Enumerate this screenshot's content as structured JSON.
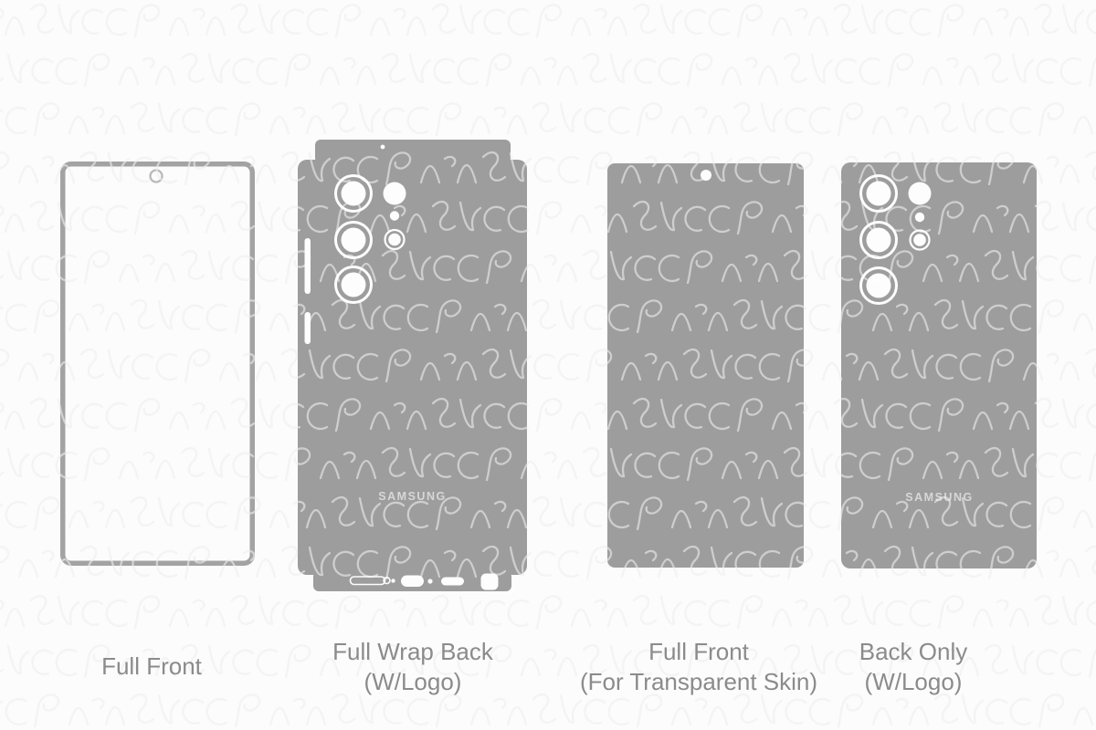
{
  "colors": {
    "background": "#fcfcfc",
    "watermark": "#e9e9e9",
    "shape_fill": "#9d9d9d",
    "cutout_fill": "#fdfdfd",
    "front_outline": "#a3a3a3",
    "camera_hole_outline": "#b9b9b9",
    "logo_text": "#d7d7d7",
    "label_text": "#8b8b8b"
  },
  "logo": {
    "text": "SAMSUNG"
  },
  "templates": [
    {
      "label_line1": "Full Front",
      "label_line2": ""
    },
    {
      "label_line1": "Full Wrap Back",
      "label_line2": "(W/Logo)"
    },
    {
      "label_line1": "Full Front",
      "label_line2": "(For Transparent Skin)"
    },
    {
      "label_line1": "Back Only",
      "label_line2": "(W/Logo)"
    }
  ]
}
